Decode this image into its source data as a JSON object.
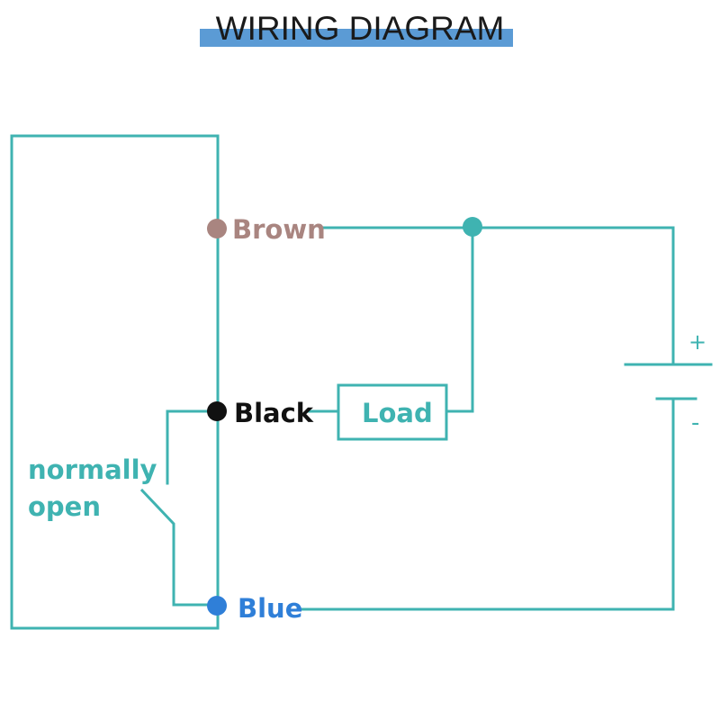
{
  "title": "WIRING DIAGRAM",
  "colors": {
    "wire": "#3fb3b1",
    "title_bar": "#5b9bd5",
    "brown": "#a98580",
    "black": "#111111",
    "blue": "#2f7fd8",
    "teal_text": "#3fb3b1"
  },
  "labels": {
    "brown": "Brown",
    "black": "Black",
    "blue": "Blue",
    "load": "Load",
    "switch_line1": "normally",
    "switch_line2": "open",
    "plus": "+",
    "minus": "-"
  }
}
